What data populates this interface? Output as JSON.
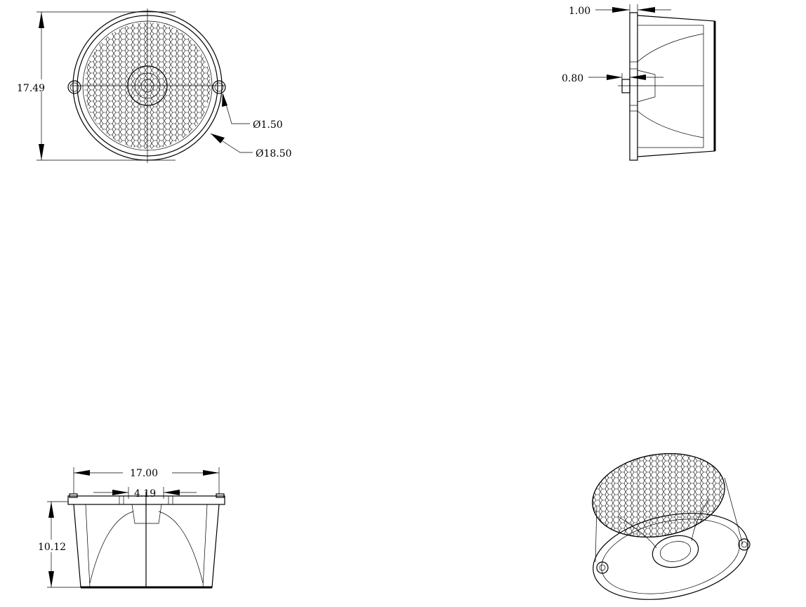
{
  "drawing": {
    "front_view": {
      "height_dim": "17.49",
      "hole_dia": "Ø1.50",
      "outer_dia": "Ø18.50"
    },
    "side_view": {
      "flange_thickness": "1.00",
      "boss_height": "0.80"
    },
    "bottom_view": {
      "width_dim": "17.00",
      "inner_width_dim": "4.19",
      "height_dim": "10.12"
    },
    "colors": {
      "line": "#000000",
      "background": "#ffffff"
    }
  }
}
